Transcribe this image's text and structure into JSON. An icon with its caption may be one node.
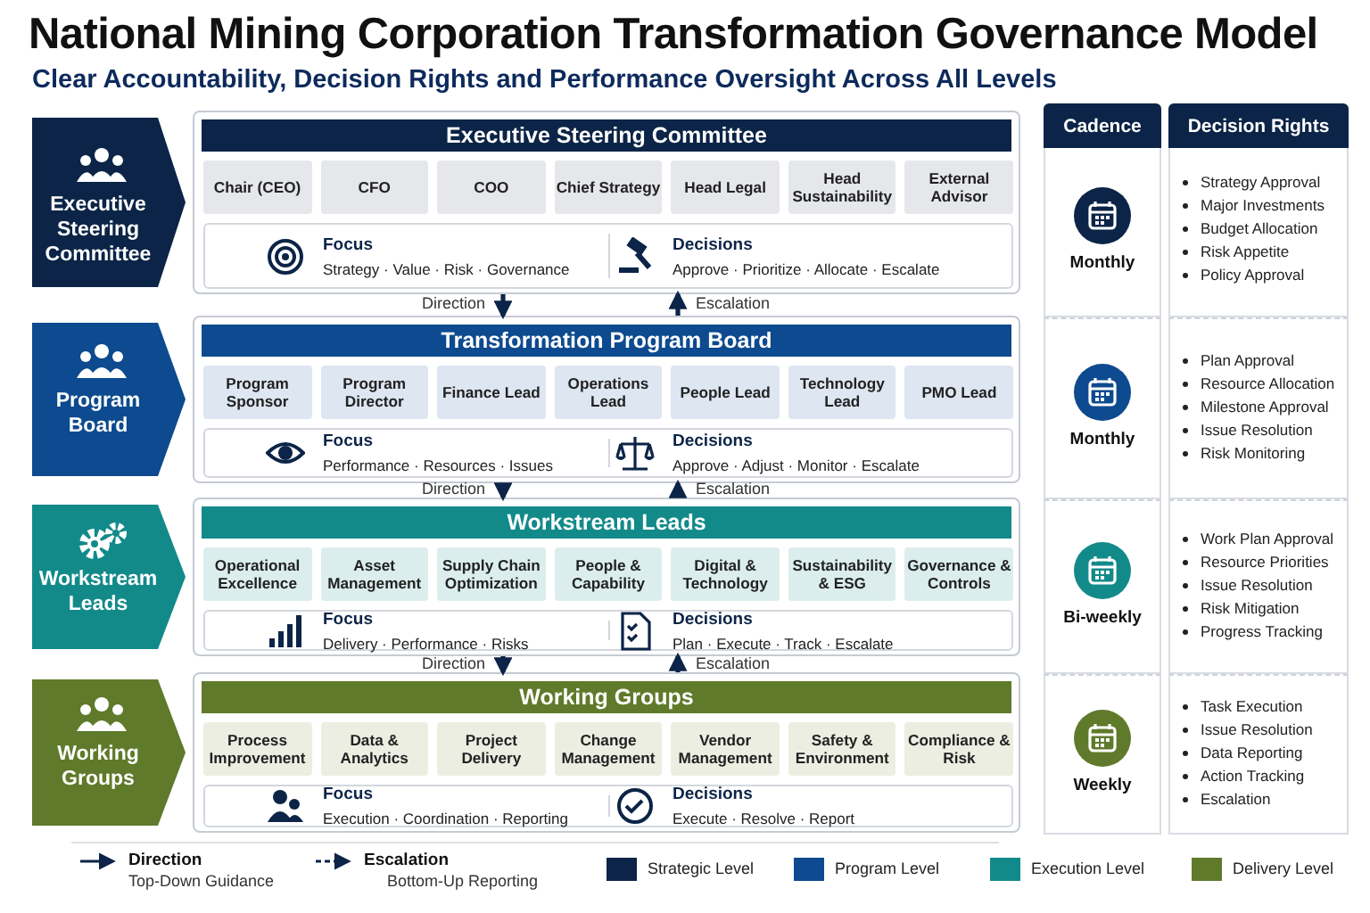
{
  "diagram": {
    "title": "National Mining Corporation Transformation Governance Model",
    "nodes": [
      {
        "text": [
          "Executive Steering Committee"
        ]
      },
      {
        "text": [
          "Executive Steering Committee"
        ]
      },
      {
        "text": [
          "Chair (CEO)"
        ],
        "in": 1
      },
      {
        "text": [
          "CFO"
        ],
        "in": 1
      },
      {
        "text": [
          "COO"
        ],
        "in": 1
      },
      {
        "text": [
          "Chief Strategy"
        ],
        "in": 1
      },
      {
        "text": [
          "Head Legal"
        ],
        "in": 1
      },
      {
        "text": [
          "Head Sustainability"
        ],
        "in": 1
      },
      {
        "text": [
          "External Advisor"
        ],
        "in": 1
      },
      {
        "text": [
          "Focus",
          "Strategy · Value · Risk · Governance",
          "Decisions",
          "Approve · Prioritize · Allocate · Escalate"
        ],
        "in": 1
      },
      {
        "text": [
          "Program Board"
        ]
      },
      {
        "text": [
          "Transformation Program Board"
        ]
      },
      {
        "text": [
          "Program Sponsor"
        ],
        "in": 11
      },
      {
        "text": [
          "Program Director"
        ],
        "in": 11
      },
      {
        "text": [
          "Finance Lead"
        ],
        "in": 11
      },
      {
        "text": [
          "Operations Lead"
        ],
        "in": 11
      },
      {
        "text": [
          "People Lead"
        ],
        "in": 11
      },
      {
        "text": [
          "Technology Lead"
        ],
        "in": 11
      },
      {
        "text": [
          "PMO Lead"
        ],
        "in": 11
      },
      {
        "text": [
          "Focus",
          "Performance · Resources · Issues",
          "Decisions",
          "Approve · Adjust · Monitor · Escalate"
        ],
        "in": 11
      },
      {
        "text": [
          "Workstream Leads"
        ]
      },
      {
        "text": [
          "Workstream Leads"
        ]
      },
      {
        "text": [
          "Operational Excellence"
        ],
        "in": 21
      },
      {
        "text": [
          "Asset Management"
        ],
        "in": 21
      },
      {
        "text": [
          "Supply Chain Optimization"
        ],
        "in": 21
      },
      {
        "text": [
          "People & Capability"
        ],
        "in": 21
      },
      {
        "text": [
          "Digital & Technology"
        ],
        "in": 21
      },
      {
        "text": [
          "Sustainability & ESG"
        ],
        "in": 21
      },
      {
        "text": [
          "Governance & Controls"
        ],
        "in": 21
      },
      {
        "text": [
          "Focus",
          "Delivery · Performance · Risks",
          "Decisions",
          "Plan · Execute · Track · Escalate"
        ],
        "in": 21
      },
      {
        "text": [
          "Working Groups"
        ]
      },
      {
        "text": [
          "Working Groups"
        ]
      },
      {
        "text": [
          "Process Improvement"
        ],
        "in": 31
      },
      {
        "text": [
          "Data & Analytics"
        ],
        "in": 31
      },
      {
        "text": [
          "Project Delivery"
        ],
        "in": 31
      },
      {
        "text": [
          "Change Management"
        ],
        "in": 31
      },
      {
        "text": [
          "Vendor Management"
        ],
        "in": 31
      },
      {
        "text": [
          "Safety & Environment"
        ],
        "in": 31
      },
      {
        "text": [
          "Compliance & Risk"
        ],
        "in": 31
      },
      {
        "text": [
          "Focus",
          "Execution · Coordination · Reporting",
          "Decisions",
          "Execute · Resolve · Report"
        ],
        "in": 31
      },
      {
        "text": [
          "Cadence"
        ]
      },
      {
        "text": [
          "Decision Rights"
        ]
      },
      {
        "text": [
          "Monthly"
        ]
      },
      {
        "text": [
          "Strategy Approval",
          "Major Investments",
          "Budget Allocation",
          "Risk Appetite",
          "Policy Approval"
        ]
      },
      {
        "text": [
          "Monthly"
        ]
      },
      {
        "text": [
          "Plan Approval",
          "Resource Allocation",
          "Milestone Approval",
          "Issue Resolution",
          "Risk Monitoring"
        ]
      },
      {
        "text": [
          "Bi-weekly"
        ]
      },
      {
        "text": [
          "Work Plan Approval",
          "Resource Priorities",
          "Issue Resolution",
          "Risk Mitigation",
          "Progress Tracking"
        ]
      },
      {
        "text": [
          "Weekly"
        ]
      },
      {
        "text": [
          "Task Execution",
          "Issue Resolution",
          "Data Reporting",
          "Action Tracking",
          "Escalation"
        ]
      }
    ],
    "edges": [
      {
        "from": 1,
        "to": 11,
        "label": "Direction",
        "arrow": "to"
      },
      {
        "from": 11,
        "to": 1,
        "label": "Escalation",
        "arrow": "to"
      },
      {
        "from": 11,
        "to": 21,
        "label": "Direction",
        "arrow": "to"
      },
      {
        "from": 21,
        "to": 11,
        "label": "Escalation",
        "arrow": "to"
      },
      {
        "from": 21,
        "to": 31,
        "label": "Direction",
        "arrow": "to"
      },
      {
        "from": 31,
        "to": 21,
        "label": "Escalation",
        "arrow": "to"
      }
    ],
    "labels": [
      "Clear Accountability, Decision Rights and Performance Oversight Across All Levels",
      "Top-Down Guidance",
      "Bottom-Up Reporting"
    ],
    "legend": [
      {
        "text": "Direction"
      },
      {
        "text": "Escalation"
      },
      {
        "text": "Strategic Level",
        "color": "#0b2447"
      },
      {
        "text": "Program Level",
        "color": "#0d4a8f"
      },
      {
        "text": "Execution Level",
        "color": "#138a8a"
      },
      {
        "text": "Delivery Level",
        "color": "#5f7a2a"
      }
    ]
  }
}
